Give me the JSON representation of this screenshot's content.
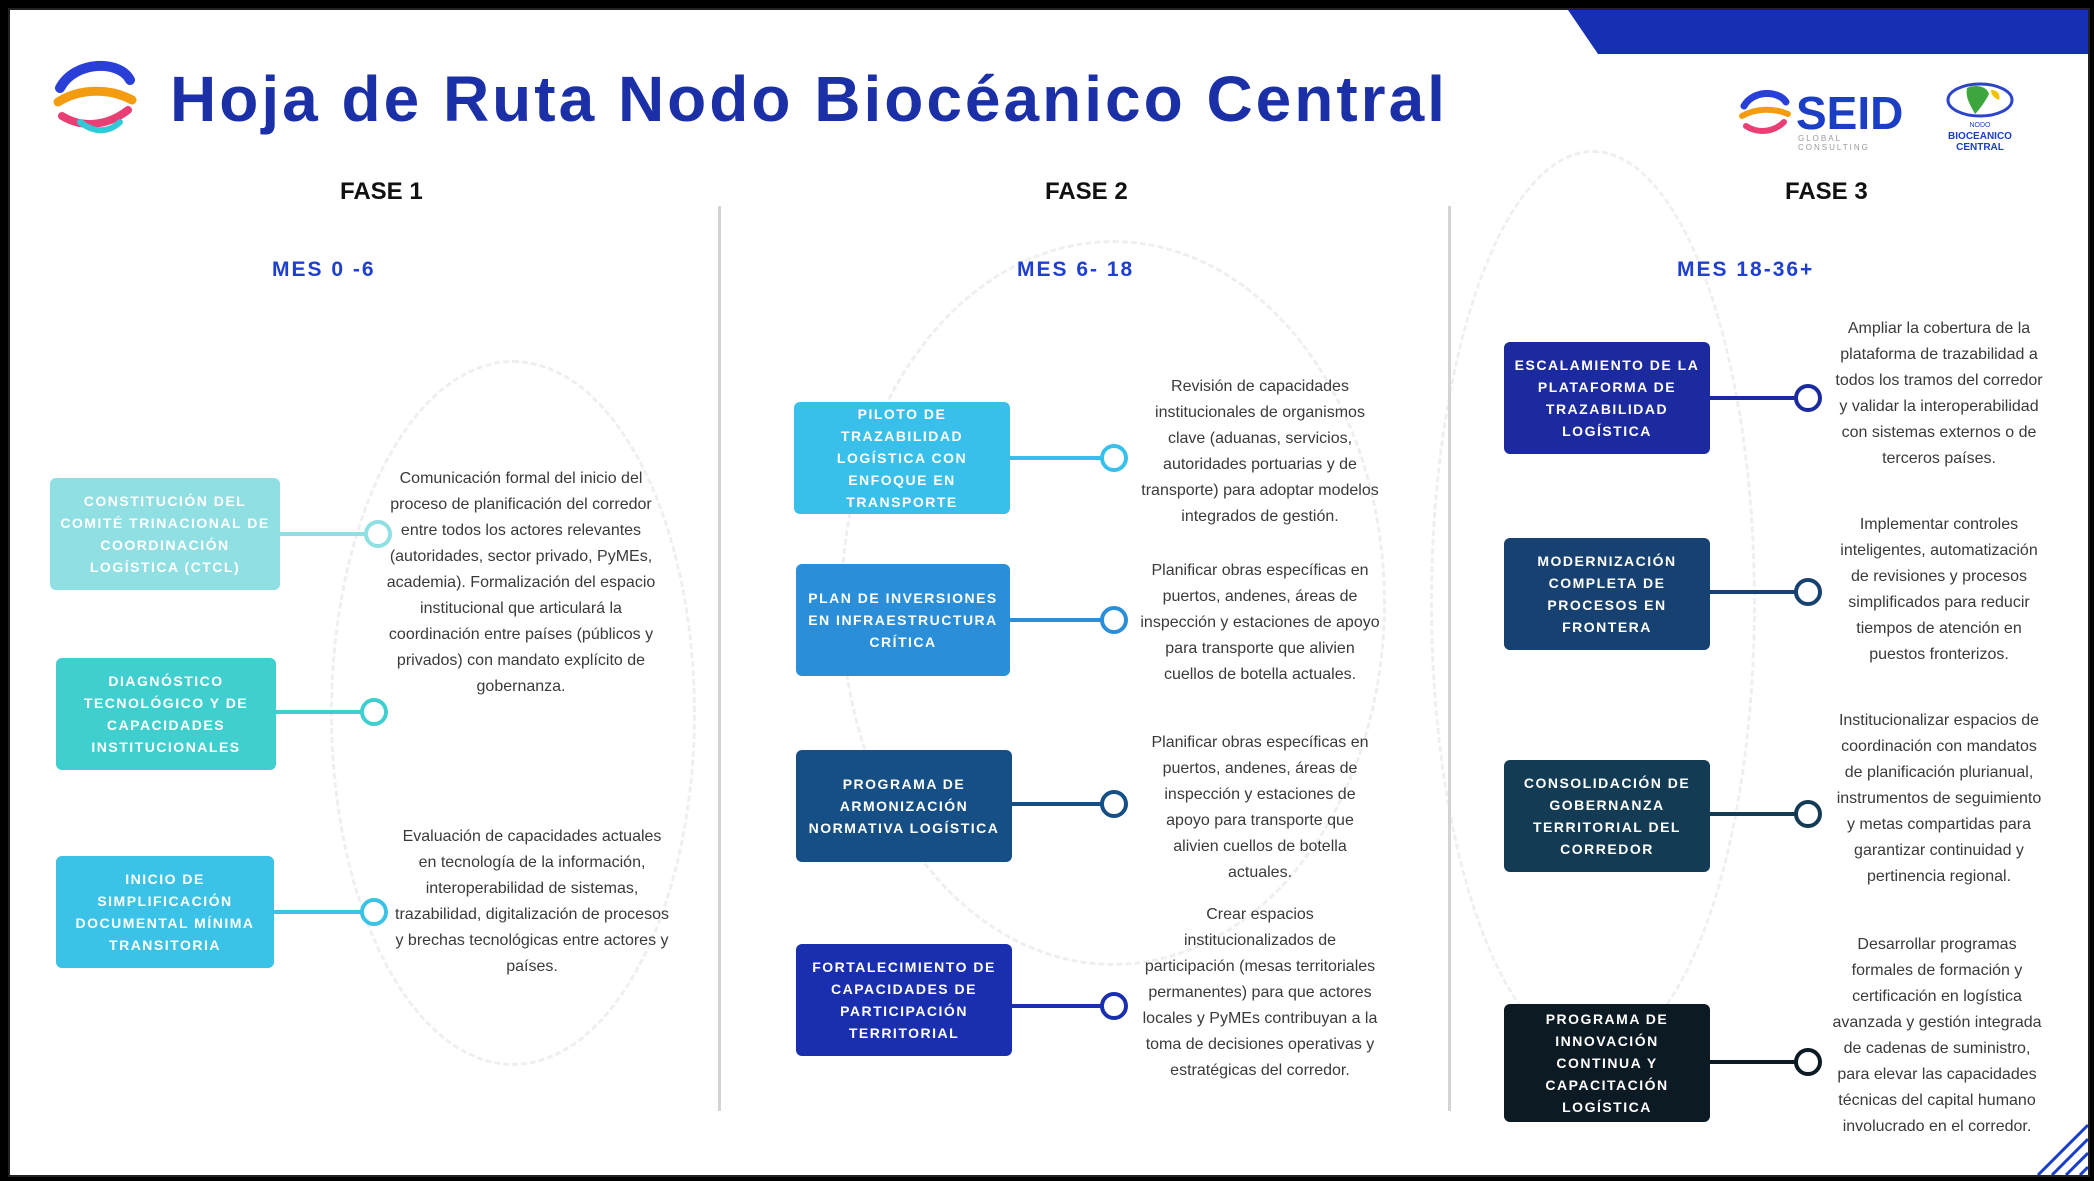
{
  "title": "Hoja de Ruta Nodo Biocéanico Central",
  "logos": {
    "seid": "SEID",
    "seid_sub": "GLOBAL CONSULTING",
    "nodo_lines": [
      "NODO",
      "BIOCEANICO",
      "CENTRAL"
    ]
  },
  "phases": [
    {
      "name": "FASE 1",
      "months": "MES 0 -6"
    },
    {
      "name": "FASE 2",
      "months": "MES 6- 18"
    },
    {
      "name": "FASE 3",
      "months": "MES 18-36+"
    }
  ],
  "fase1": {
    "boxes": [
      "CONSTITUCIÓN DEL COMITÉ TRINACIONAL DE COORDINACIÓN LOGÍSTICA (CTCL)",
      "DIAGNÓSTICO TECNOLÓGICO Y DE CAPACIDADES INSTITUCIONALES",
      "INICIO DE SIMPLIFICACIÓN DOCUMENTAL MÍNIMA TRANSITORIA"
    ],
    "desc1": "Comunicación formal del inicio del proceso de planificación del corredor entre todos los actores relevantes (autoridades, sector privado, PyMEs, academia). Formalización del espacio institucional que articulará la coordinación entre países (públicos y privados) con mandato explícito de gobernanza.",
    "desc2": "Evaluación de capacidades actuales en tecnología de la información, interoperabilidad de sistemas, trazabilidad, digitalización de procesos y brechas tecnológicas entre actores y países."
  },
  "fase2": {
    "boxes": [
      "PILOTO DE TRAZABILIDAD LOGÍSTICA CON ENFOQUE EN TRANSPORTE",
      "PLAN DE INVERSIONES EN INFRAESTRUCTURA CRÍTICA",
      "PROGRAMA DE ARMONIZACIÓN NORMATIVA LOGÍSTICA",
      "FORTALECIMIENTO DE CAPACIDADES DE PARTICIPACIÓN TERRITORIAL"
    ],
    "descs": [
      "Revisión de capacidades institucionales de organismos clave (aduanas, servicios, autoridades portuarias y de transporte) para adoptar modelos integrados de gestión.",
      "Planificar obras específicas en puertos, andenes, áreas de inspección y estaciones de apoyo para transporte que alivien cuellos de botella actuales.",
      "Planificar obras específicas en puertos, andenes, áreas de inspección y estaciones de apoyo para transporte que alivien cuellos de botella actuales.",
      "Crear espacios institucionalizados de participación (mesas territoriales permanentes) para que actores locales y PyMEs contribuyan a la toma de decisiones operativas y estratégicas del corredor."
    ]
  },
  "fase3": {
    "boxes": [
      "ESCALAMIENTO DE LA PLATAFORMA DE TRAZABILIDAD LOGÍSTICA",
      "MODERNIZACIÓN COMPLETA DE PROCESOS EN FRONTERA",
      "CONSOLIDACIÓN DE GOBERNANZA TERRITORIAL DEL CORREDOR",
      "PROGRAMA DE INNOVACIÓN CONTINUA Y CAPACITACIÓN LOGÍSTICA"
    ],
    "descs": [
      "Ampliar la cobertura de la plataforma de trazabilidad a todos los tramos del corredor y validar la interoperabilidad con sistemas externos o de terceros países.",
      "Implementar controles inteligentes, automatización de revisiones y procesos simplificados para reducir tiempos de atención en puestos fronterizos.",
      "Institucionalizar espacios de coordinación con mandatos de planificación plurianual, instrumentos de seguimiento y metas compartidas para garantizar continuidad y pertinencia regional.",
      "Desarrollar programas formales de formación y certificación en logística avanzada y gestión integrada de cadenas de suministro, para elevar las capacidades técnicas del capital humano involucrado en el corredor."
    ]
  },
  "colors": {
    "title": "#1b2fa6",
    "months": "#1e3fd0",
    "f1": [
      "#8fdfe3",
      "#3fcfcf",
      "#3ac3e6"
    ],
    "f2": [
      "#38c0ea",
      "#2a8fd8",
      "#154f86",
      "#1a2fb0"
    ],
    "f3": [
      "#1b2a9e",
      "#164170",
      "#133c54",
      "#0c1a24"
    ]
  }
}
